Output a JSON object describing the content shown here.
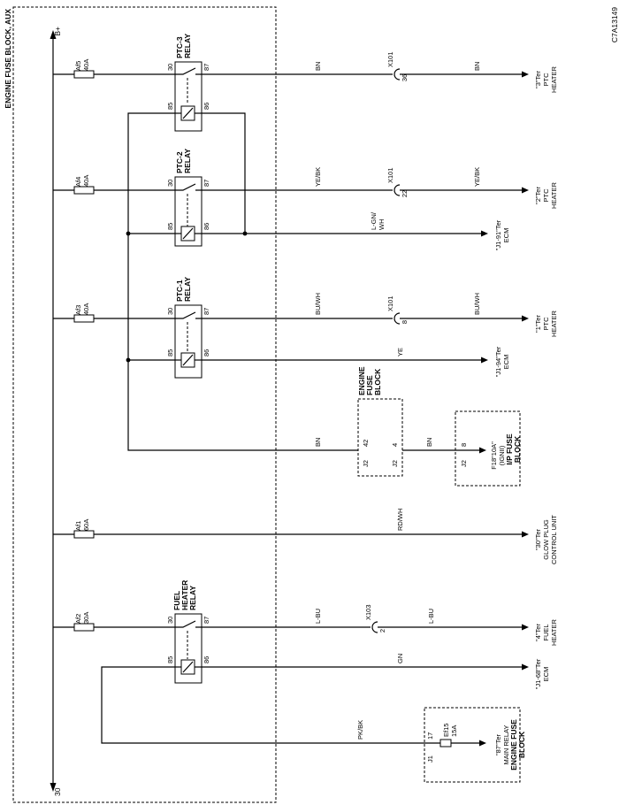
{
  "figure_id": "C7A13149",
  "aux_block_label": "ENGINE FUSE BLOCK, AUX",
  "bplus": "B+",
  "term30": "30",
  "fuses": [
    {
      "name": "Af5",
      "rating": "40A"
    },
    {
      "name": "Af4",
      "rating": "40A"
    },
    {
      "name": "Af3",
      "rating": "40A"
    },
    {
      "name": "Af1",
      "rating": "60A"
    },
    {
      "name": "Af2",
      "rating": "30A"
    }
  ],
  "relays": [
    {
      "line1": "PTC-3",
      "line2": "RELAY",
      "line3": ""
    },
    {
      "line1": "PTC-2",
      "line2": "RELAY",
      "line3": ""
    },
    {
      "line1": "PTC-1",
      "line2": "RELAY",
      "line3": ""
    },
    {
      "line1": "FUEL",
      "line2": "HEATER",
      "line3": "RELAY"
    }
  ],
  "pins": {
    "p30": "30",
    "p87": "87",
    "p85": "85",
    "p86": "86"
  },
  "wires": {
    "bn": "BN",
    "yebk": "YE/BK",
    "lgnwh_1": "L-GN/",
    "lgnwh_2": "WH",
    "buwh": "BU/WH",
    "ye": "YE",
    "rdwh": "RD/WH",
    "lbu": "L-BU",
    "gn": "GN",
    "pkbk": "PK/BK"
  },
  "connectors": [
    {
      "name": "X101",
      "pin": "36"
    },
    {
      "name": "X101",
      "pin": "22"
    },
    {
      "name": "X101",
      "pin": "8"
    },
    {
      "name": "X103",
      "pin": "2"
    }
  ],
  "destinations": {
    "ptc3": [
      "\"3\"Ter",
      "PTC",
      "HEATER"
    ],
    "ptc2": [
      "\"2\"Ter",
      "PTC",
      "HEATER"
    ],
    "ecm91": [
      "\"J1-91\"Ter",
      "ECM"
    ],
    "ptc1": [
      "\"1\"Ter",
      "PTC",
      "HEATER"
    ],
    "ecm94": [
      "\"J1-94\"Ter",
      "ECM"
    ],
    "glow": [
      "\"30\"Ter",
      "GLOW PLUG",
      "CONTROL UNIT"
    ],
    "fuelheater": [
      "\"4\"Ter",
      "FUEL",
      "HEATER"
    ],
    "ecm68": [
      "\"J1-68\"Ter",
      "ECM"
    ]
  },
  "engine_fuse_block": {
    "title": [
      "ENGINE",
      "FUSE",
      "BLOCK"
    ],
    "j2": "J2",
    "pin42": "42",
    "pin4": "4"
  },
  "ip_fuse_block": {
    "j2": "J2",
    "pin8": "8",
    "fuse": "F18\"10A\"",
    "ign": "(IGNII)",
    "title": [
      "I/P FUSE",
      "BLOCK"
    ]
  },
  "main_relay_block": {
    "j1": "J1",
    "pin17": "17",
    "fuse": "Ef15",
    "rating": "15A",
    "ter": "\"87\"Ter",
    "relay": "MAIN RELAY",
    "title": [
      "ENGINE FUSE",
      "BLOCK"
    ]
  }
}
